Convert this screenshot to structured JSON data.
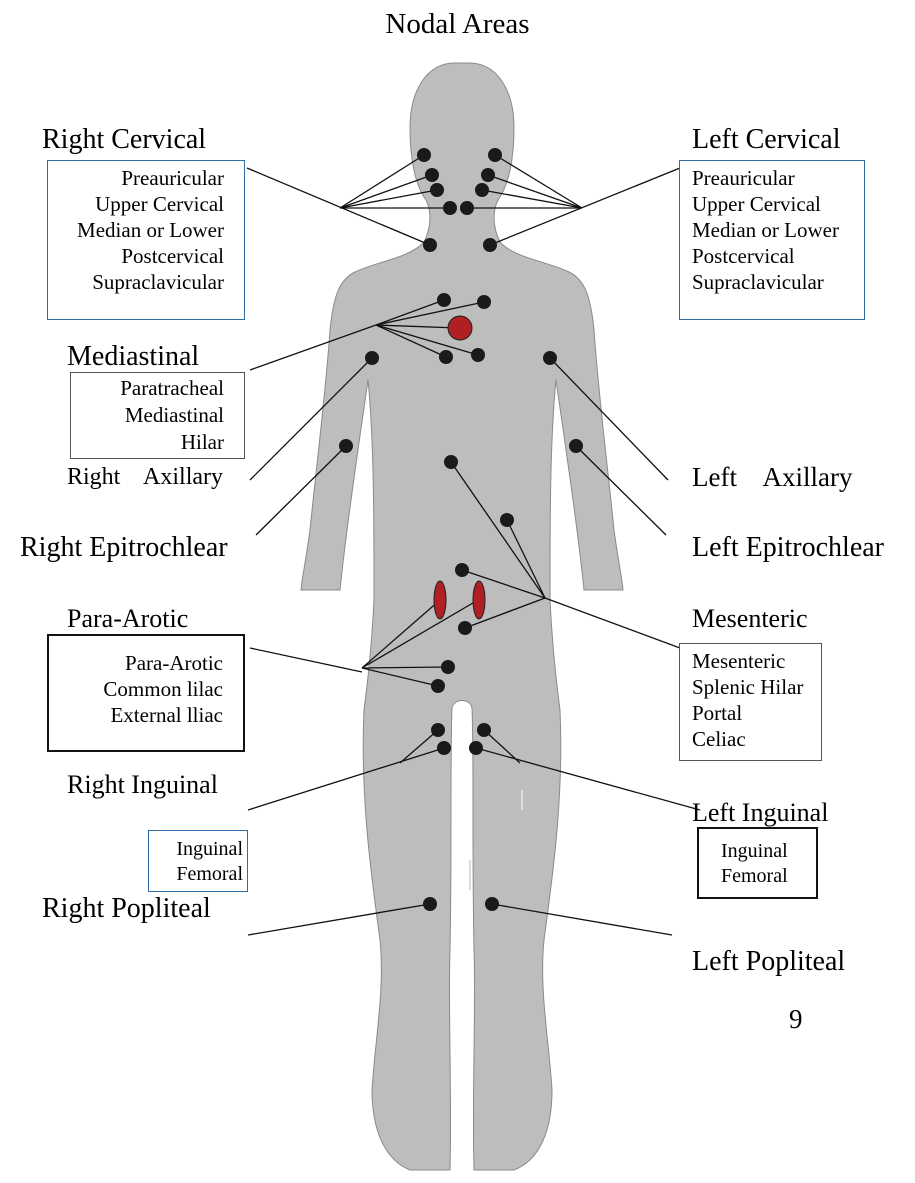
{
  "title": "Nodal Areas",
  "page_number": "9",
  "colors": {
    "body_fill": "#bdbdbd",
    "node": "#1a1a1a",
    "organ": "#b01f24",
    "box_blue": "#2e6fa8"
  },
  "regions": {
    "right_cervical": {
      "label": "Right Cervical",
      "items": [
        "Preauricular",
        "Upper Cervical",
        "Median or Lower",
        "Postcervical",
        "Supraclavicular"
      ]
    },
    "left_cervical": {
      "label": "Left Cervical",
      "items": [
        "Preauricular",
        "Upper Cervical",
        "Median or Lower",
        "Postcervical",
        "Supraclavicular"
      ]
    },
    "mediastinal": {
      "label": "Mediastinal",
      "items": [
        "Paratracheal",
        "Mediastinal",
        "Hilar"
      ]
    },
    "right_axillary": {
      "label": "Right    Axillary"
    },
    "left_axillary": {
      "label": "Left    Axillary"
    },
    "right_epitrochlear": {
      "label": "Right Epitrochlear"
    },
    "left_epitrochlear": {
      "label": "Left Epitrochlear"
    },
    "para_arotic": {
      "label": "Para-Arotic",
      "items": [
        "Para-Arotic",
        "Common lilac",
        "External lliac"
      ]
    },
    "mesenteric": {
      "label": "Mesenteric",
      "items": [
        "Mesenteric",
        "Splenic Hilar",
        "Portal",
        "Celiac"
      ]
    },
    "right_inguinal": {
      "label": "Right Inguinal",
      "items": [
        "Inguinal",
        "Femoral"
      ]
    },
    "left_inguinal": {
      "label": "Left Inguinal",
      "items": [
        "Inguinal",
        "Femoral"
      ]
    },
    "right_popliteal": {
      "label": "Right Popliteal"
    },
    "left_popliteal": {
      "label": "Left Popliteal"
    }
  }
}
